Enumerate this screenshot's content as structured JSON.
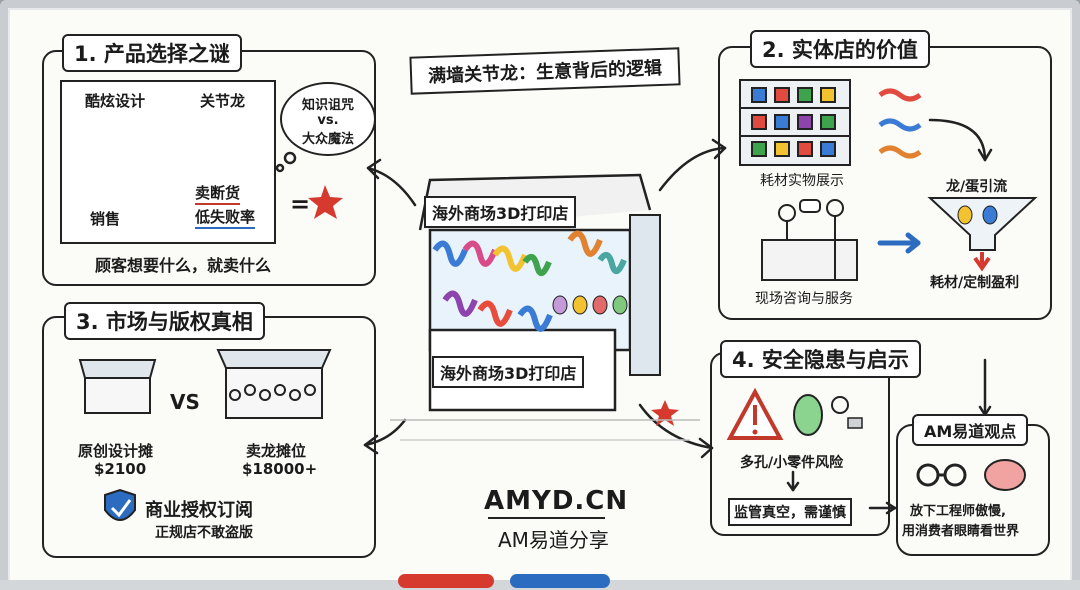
{
  "main_title": "满墙关节龙：生意背后的逻辑",
  "center_store_sign": "海外商场3D打印店",
  "center_counter_sign": "海外商场3D打印店",
  "brand": {
    "domain": "AMYD.CN",
    "slogan": "AM易道分享"
  },
  "section1": {
    "title": "1. 产品选择之谜",
    "cool_design_label": "酷炫设计",
    "sales_label": "销售",
    "dragon_label": "关节龙",
    "point1": "卖断货",
    "point2": "低失败率",
    "equals": "=",
    "bottom": "顾客想要什么，就卖什么",
    "cloud_line1": "知识诅咒",
    "cloud_line2": "vs.",
    "cloud_line3": "大众魔法"
  },
  "section2": {
    "title": "2. 实体店的价值",
    "display_label": "耗材实物展示",
    "traffic_label": "龙/蛋引流",
    "consult_label": "现场咨询与服务",
    "profit_label": "耗材/定制盈利"
  },
  "section3": {
    "title": "3. 市场与版权真相",
    "vs": "VS",
    "original_label": "原创设计摊",
    "original_value": "$2100",
    "dragon_stall_label": "卖龙摊位",
    "dragon_stall_value": "$18000+",
    "license_title": "商业授权订阅",
    "license_sub": "正规店不敢盗版"
  },
  "section4": {
    "title": "4. 安全隐患与启示",
    "risk_label": "多孔/小零件风险",
    "regulation_label": "监管真空，需谨慎"
  },
  "viewpoint": {
    "title": "AM易道观点",
    "line1": "放下工程师傲慢,",
    "line2": "用消费者眼睛看世界"
  },
  "colors": {
    "red": "#c0392b",
    "blue": "#2b6cc0",
    "green": "#3fa34d",
    "ink": "#1b1b1b"
  }
}
